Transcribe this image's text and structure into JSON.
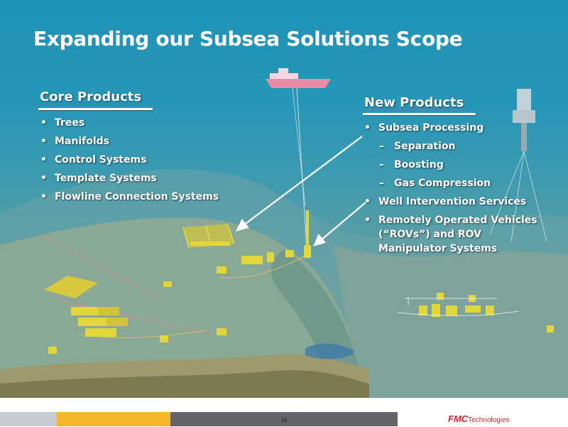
{
  "slide": {
    "title": "Expanding our Subsea Solutions Scope",
    "core_products": {
      "heading": "Core Products",
      "items": [
        "Trees",
        "Manifolds",
        "Control Systems",
        "Template Systems",
        "Flowline Connection Systems"
      ]
    },
    "new_products": {
      "heading": "New Products",
      "items": [
        {
          "text": "Subsea Processing",
          "level": 1
        },
        {
          "text": "Separation",
          "level": 2
        },
        {
          "text": "Boosting",
          "level": 2
        },
        {
          "text": "Gas Compression",
          "level": 2
        },
        {
          "text": "Well Intervention Services",
          "level": 1
        },
        {
          "text": "Remotely Operated Vehicles (“ROVs”) and ROV Manipulator Systems",
          "level": 1
        }
      ]
    },
    "bullet_glyph": "•",
    "sub_bullet_glyph": "–"
  },
  "footer": {
    "page_number": "16",
    "logo": {
      "brand": "FMC",
      "suffix": "Technologies"
    },
    "segment_colors": [
      "#c8ccd4",
      "#f4b82a",
      "#63656a"
    ]
  },
  "colors": {
    "title_text": "#ffffff",
    "logo_red": "#d6232a",
    "equipment_yellow": "#e3d63a",
    "vessel_pink": "#e98aa6"
  }
}
